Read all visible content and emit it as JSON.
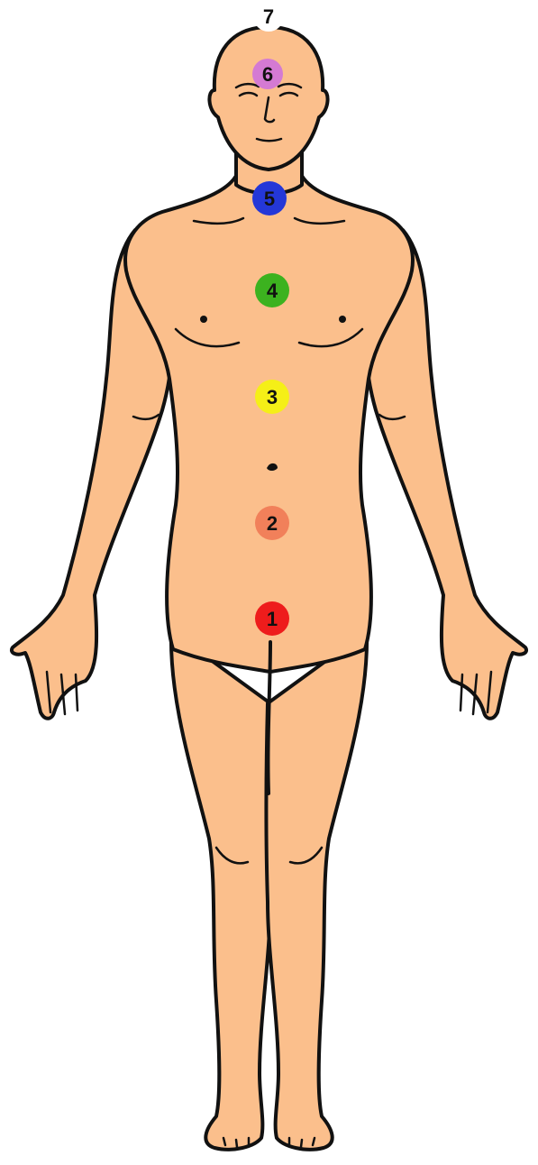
{
  "colors": {
    "skin": "#fbbf8c",
    "outline": "#111111"
  },
  "chakras": [
    {
      "id": "1",
      "label": "1",
      "color": "#ee1c1c"
    },
    {
      "id": "2",
      "label": "2",
      "color": "#f1805a"
    },
    {
      "id": "3",
      "label": "3",
      "color": "#f5ef17"
    },
    {
      "id": "4",
      "label": "4",
      "color": "#3cb21f"
    },
    {
      "id": "5",
      "label": "5",
      "color": "#2437d8"
    },
    {
      "id": "6",
      "label": "6",
      "color": "#d47ad3"
    },
    {
      "id": "7",
      "label": "7",
      "color": "#ffffff"
    }
  ]
}
